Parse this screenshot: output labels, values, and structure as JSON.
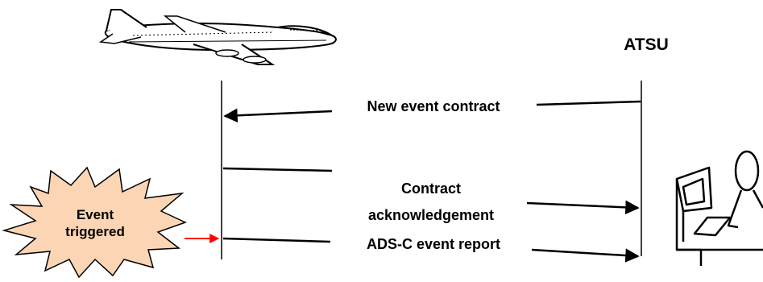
{
  "labels": {
    "atsu": "ATSU",
    "new_event_contract": "New event contract",
    "contract_ack_line1": "Contract",
    "contract_ack_line2": "acknowledgement",
    "ads_c_event_report": "ADS-C event report",
    "event_line1": "Event",
    "event_line2": "triggered"
  },
  "colors": {
    "line": "#000000",
    "starburst_fill": "#fcd5b4",
    "trigger_arrow": "#ff0000"
  },
  "icons": {
    "aircraft": "airplane-icon",
    "controller": "atc-controller-workstation-icon"
  }
}
